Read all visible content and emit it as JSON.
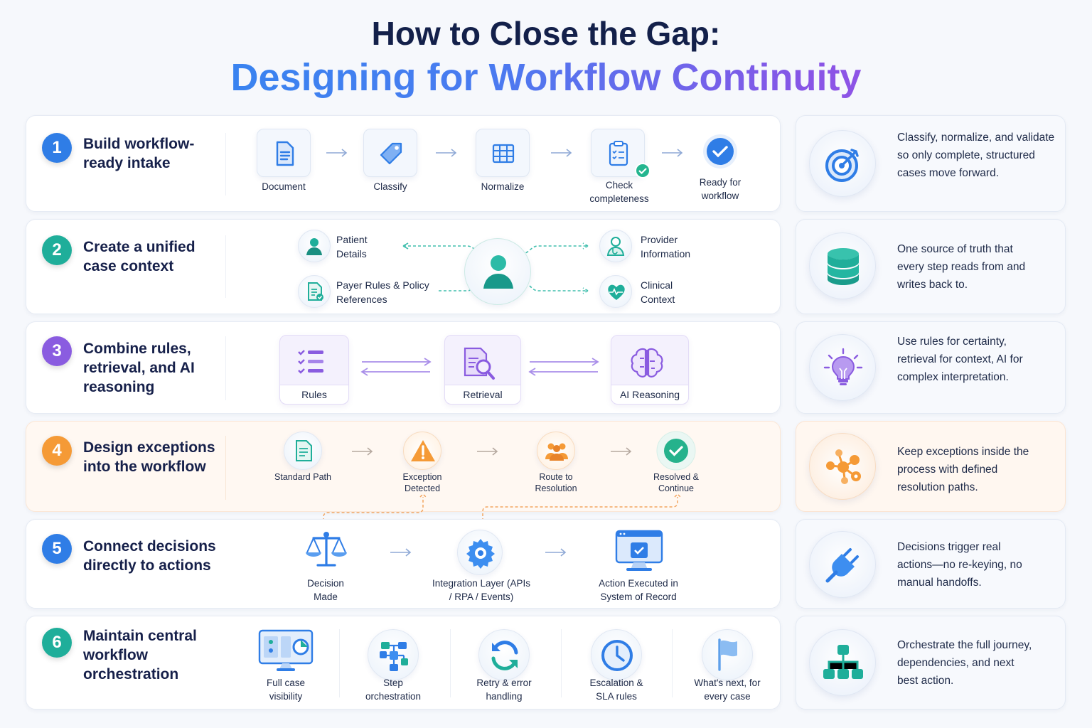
{
  "title": {
    "line1": "How to Close the Gap:",
    "line2": "Designing for Workflow Continuity"
  },
  "colors": {
    "blue": "#2f7de6",
    "teal": "#1fae9a",
    "purple": "#8a5ce0",
    "orange": "#f59a36",
    "title_navy": "#13204a"
  },
  "steps": [
    {
      "number": "1",
      "title": "Build workflow-ready intake",
      "flow": [
        "Document",
        "Classify",
        "Normalize",
        "Check completeness",
        "Ready for workflow"
      ],
      "note": "Classify, normalize, and validate so only complete, structured cases move forward.",
      "note_icon": "target-icon"
    },
    {
      "number": "2",
      "title": "Create a unified case context",
      "sources": [
        "Patient Details",
        "Payer Rules & Policy References",
        "Provider Information",
        "Clinical Context"
      ],
      "note": "One source of truth that every step reads from and writes back to.",
      "note_icon": "database-icon"
    },
    {
      "number": "3",
      "title": "Combine rules, retrieval, and AI reasoning",
      "components": [
        "Rules",
        "Retrieval",
        "AI Reasoning"
      ],
      "note": "Use rules for certainty, retrieval for context, AI for complex interpretation.",
      "note_icon": "lightbulb-icon"
    },
    {
      "number": "4",
      "title": "Design exceptions into the workflow",
      "flow": [
        "Standard Path",
        "Exception Detected",
        "Route to Resolution",
        "Resolved & Continue"
      ],
      "note": "Keep exceptions inside the process with defined resolution paths.",
      "note_icon": "network-icon"
    },
    {
      "number": "5",
      "title": "Connect decisions directly to actions",
      "flow": [
        "Decision Made",
        "Integration Layer (APIs / RPA / Events)",
        "Action Executed in System of Record"
      ],
      "note": "Decisions trigger real actions—no re-keying, no manual handoffs.",
      "note_icon": "plug-icon"
    },
    {
      "number": "6",
      "title": "Maintain central workflow orchestration",
      "capabilities": [
        "Full case visibility",
        "Step orchestration",
        "Retry & error handling",
        "Escalation & SLA rules",
        "What's next, for every case"
      ],
      "note": "Orchestrate the full journey, dependencies, and next best action.",
      "note_icon": "hierarchy-icon"
    }
  ]
}
